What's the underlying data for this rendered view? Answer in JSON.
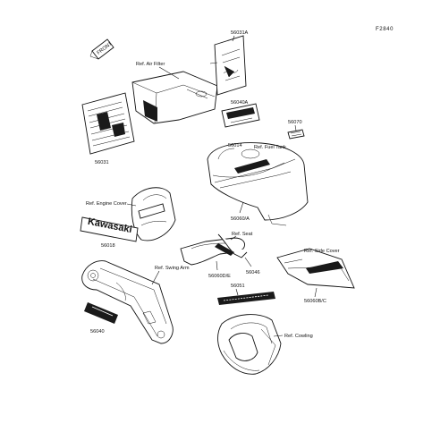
{
  "diagram": {
    "code": "F2840",
    "front_label": "FRONT",
    "decal_text": "Kawasaki",
    "references": {
      "air_filter": "Ref. Air Filter",
      "fuel_tank": "Ref. Fuel Tank",
      "engine_cover": "Ref. Engine Cover",
      "seat": "Ref. Seat",
      "side_cover": "Ref. Side Cover",
      "swing_arm": "Ref. Swing Arm",
      "cowling": "Ref. Cowling"
    },
    "part_numbers": {
      "p56031A": "56031A",
      "p56040A": "56040A",
      "p56070": "56070",
      "p56031": "56031",
      "p56014": "56014",
      "p56060A": "56060/A",
      "p56018": "56018",
      "p56060DE": "56060D/E",
      "p56046": "56046",
      "p56060BC": "56060B/C",
      "p56051": "56051",
      "p56040": "56040"
    }
  }
}
